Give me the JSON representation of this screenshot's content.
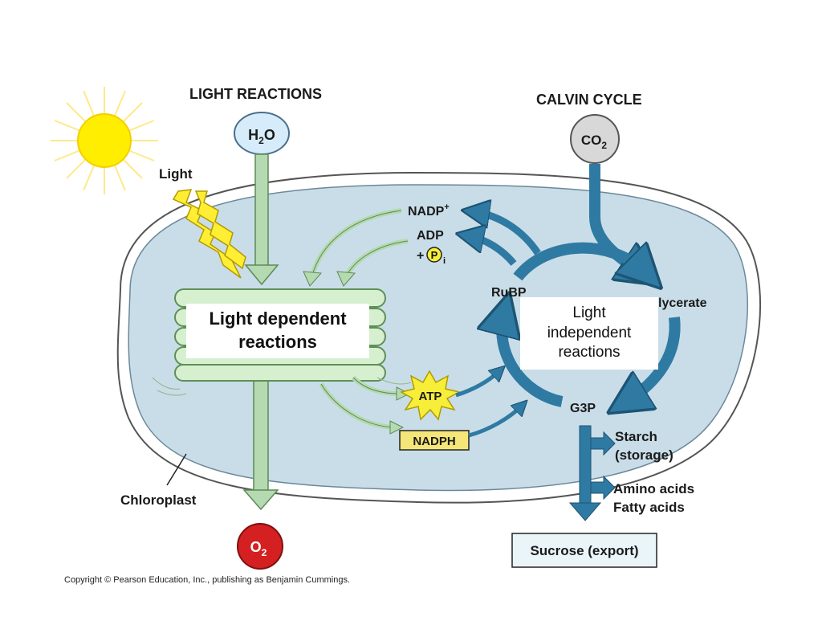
{
  "titles": {
    "light_reactions": "LIGHT REACTIONS",
    "calvin_cycle": "CALVIN CYCLE"
  },
  "labels": {
    "light": "Light",
    "h2o_main": "H",
    "h2o_sub": "2",
    "h2o_tail": "O",
    "co2_main": "CO",
    "co2_sub": "2",
    "o2_main": "O",
    "o2_sub": "2",
    "nadp_plus": "NADP",
    "nadp_sup": "+",
    "adp": "ADP",
    "pi_plus": "+",
    "pi_p": "P",
    "pi_sub": "i",
    "rubp": "RuBP",
    "glycerate": "lycerate",
    "g3p": "G3P",
    "atp": "ATP",
    "nadph": "NADPH",
    "starch": "Starch",
    "storage": "(storage)",
    "amino_acids": "Amino acids",
    "fatty_acids": "Fatty acids",
    "sucrose": "Sucrose (export)",
    "chloroplast": "Chloroplast"
  },
  "overlays": {
    "light_dependent_line1": "Light dependent",
    "light_dependent_line2": "reactions",
    "light_independent_line1": "Light",
    "light_independent_line2": "independent",
    "light_independent_line3": "reactions"
  },
  "copyright": "Copyright © Pearson Education, Inc., publishing as Benjamin Cummings.",
  "colors": {
    "chloroplast_fill": "#c9dde8",
    "calvin_arrow": "#2f7aa3",
    "light_arrow": "#b5d9b0",
    "sun": "#ffee00",
    "o2": "#d42020",
    "atp_star": "#f7ee3a",
    "nadph_box": "#f5e67a"
  }
}
